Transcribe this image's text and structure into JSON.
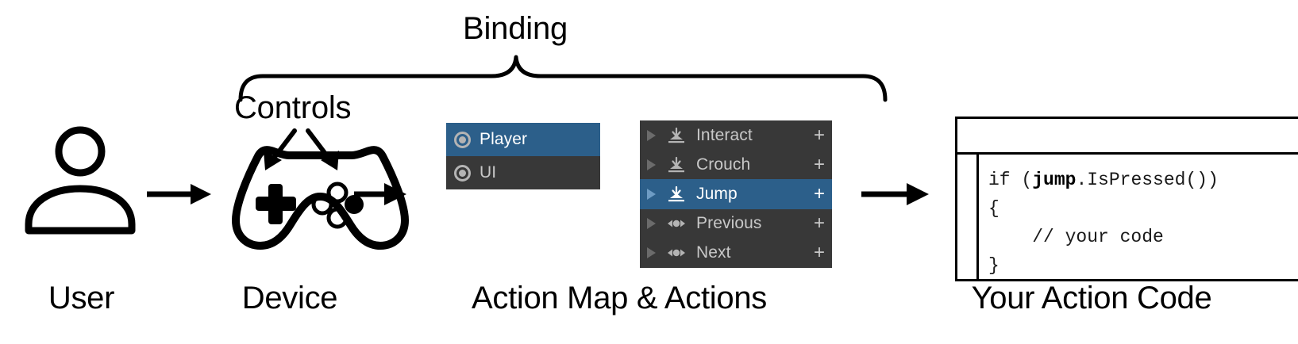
{
  "diagram": {
    "title_labels": {
      "binding": "Binding",
      "controls": "Controls"
    },
    "captions": {
      "user": "User",
      "device": "Device",
      "action_map_actions": "Action Map & Actions",
      "your_action_code": "Your Action Code"
    },
    "flow_arrows": [
      {
        "name": "user-to-device"
      },
      {
        "name": "device-to-actions"
      },
      {
        "name": "actions-to-code"
      }
    ],
    "controls_pointers": [
      {
        "name": "controls-arrow-dpad"
      },
      {
        "name": "controls-arrow-buttons"
      }
    ]
  },
  "colors": {
    "panel_background": "#383838",
    "selection_blue": "#2C5F8A",
    "label_gray": "#c8c8c8",
    "icon_gray": "#b4b4b4",
    "foldout_gray": "#6b6b6b",
    "line_black": "#000000",
    "page_background": "#ffffff"
  },
  "action_map_panel": {
    "name": "action-maps-list",
    "rows": [
      {
        "label": "Player",
        "icon": "asset-circle-icon",
        "selected": true
      },
      {
        "label": "UI",
        "icon": "asset-circle-icon",
        "selected": false
      }
    ]
  },
  "actions_panel": {
    "name": "actions-list",
    "add_label": "+",
    "rows": [
      {
        "label": "Interact",
        "icon": "button-action-icon",
        "selected": false,
        "foldout": "chevron-right-icon",
        "add": "+"
      },
      {
        "label": "Crouch",
        "icon": "button-action-icon",
        "selected": false,
        "foldout": "chevron-right-icon",
        "add": "+"
      },
      {
        "label": "Jump",
        "icon": "button-action-icon",
        "selected": true,
        "foldout": "chevron-right-icon",
        "add": "+"
      },
      {
        "label": "Previous",
        "icon": "axis-action-icon",
        "selected": false,
        "foldout": "chevron-right-icon",
        "add": "+"
      },
      {
        "label": "Next",
        "icon": "axis-action-icon",
        "selected": false,
        "foldout": "chevron-right-icon",
        "add": "+"
      }
    ]
  },
  "code_window": {
    "name": "code-editor-window",
    "lines": [
      {
        "pre": "if (",
        "bold": "jump",
        "post": ".IsPressed())"
      },
      {
        "pre": "{",
        "bold": "",
        "post": ""
      },
      {
        "pre": "    // your code",
        "bold": "",
        "post": ""
      },
      {
        "pre": "}",
        "bold": "",
        "post": ""
      }
    ],
    "full_text": "if (jump.IsPressed())\n{\n    // your code\n}"
  }
}
